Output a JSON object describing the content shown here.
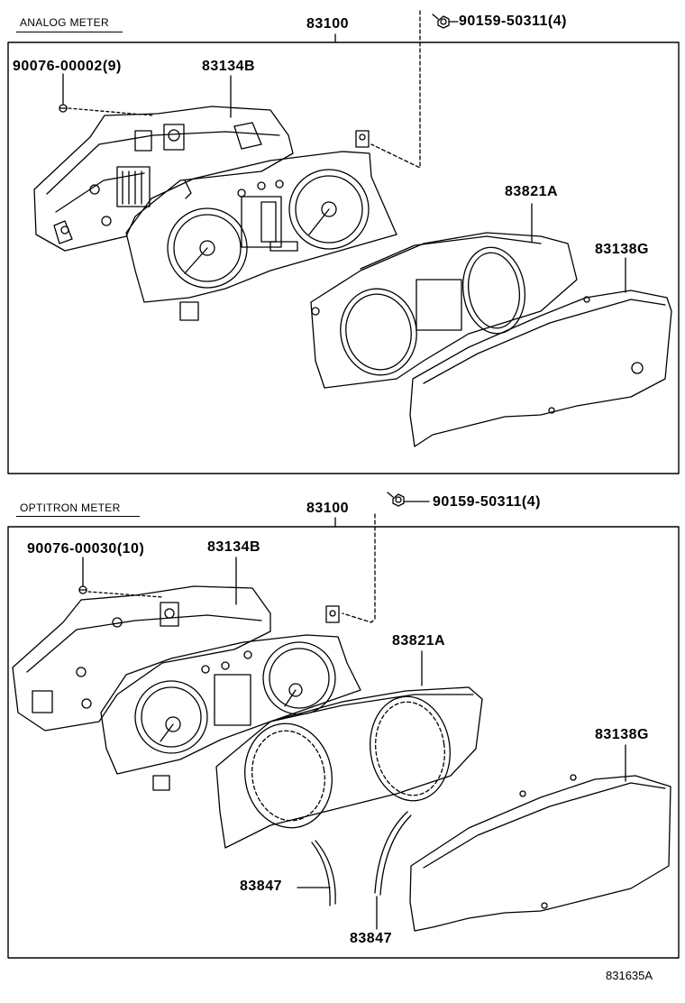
{
  "drawing_number": "831635A",
  "panels": [
    {
      "label": "ANALOG METER",
      "parts": {
        "assembly": "83100",
        "bolt": "90159-50311(4)",
        "screw": "90076-00002(9)",
        "case": "83134B",
        "glass_frame": "83821A",
        "window": "83138G"
      }
    },
    {
      "label": "OPTITRON METER",
      "parts": {
        "assembly": "83100",
        "bolt": "90159-50311(4)",
        "screw": "90076-00030(10)",
        "case": "83134B",
        "glass_frame": "83821A",
        "window": "83138G",
        "lens_left": "83847",
        "lens_right": "83847"
      }
    }
  ]
}
